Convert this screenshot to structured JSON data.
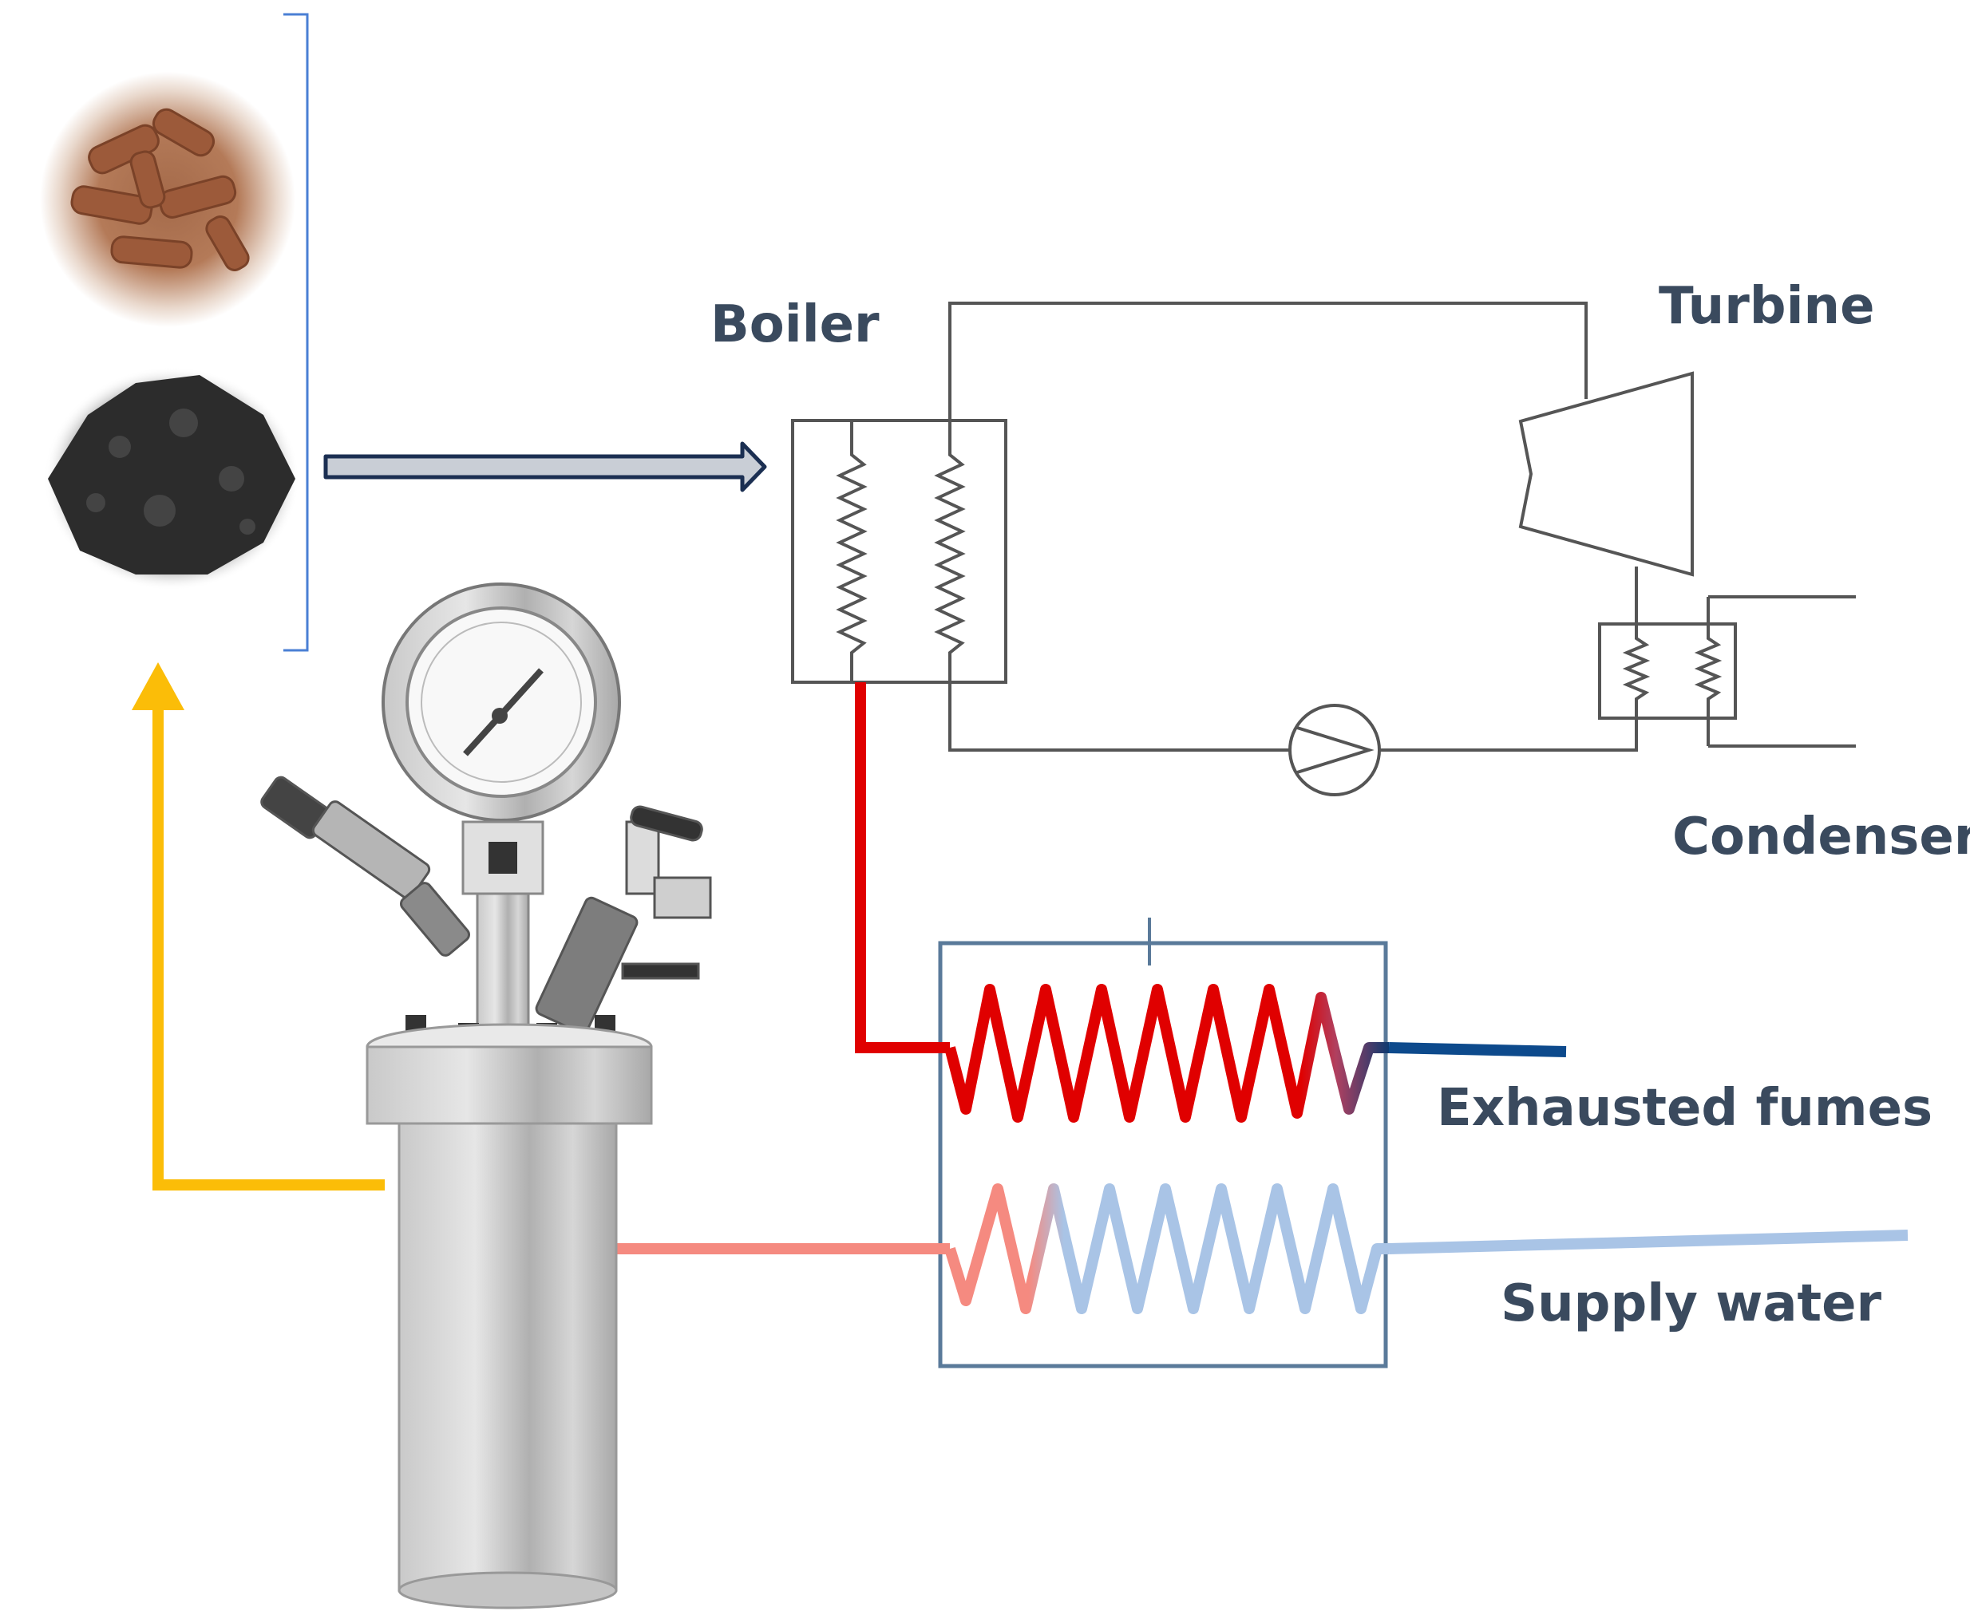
{
  "labels": {
    "boiler": "Boiler",
    "turbine": "Turbine",
    "condenser": "Condenser",
    "exhausted_fumes": "Exhausted fumes",
    "supply_water": "Supply water"
  },
  "colors": {
    "label_text": "#3a4a5e",
    "hot_gas_line": "#e00000",
    "hot_water_line": "#f58a80",
    "cold_water_line": "#a9c4e6",
    "exhaust_line": "#0d4a8c",
    "product_return_arrow": "#fbbd08",
    "feed_arrow_fill": "#c9ced6",
    "feed_arrow_outline": "#1b2f52",
    "bracket": "#4a7fd4",
    "circuit_lines": "#555555"
  },
  "icons": {
    "pellets": "wood-pellets-photo",
    "hydrochar": "hydrochar-powder-photo",
    "reactor": "pressure-reactor-vessel",
    "pump": "pump-symbol",
    "turbine": "turbine-symbol"
  }
}
